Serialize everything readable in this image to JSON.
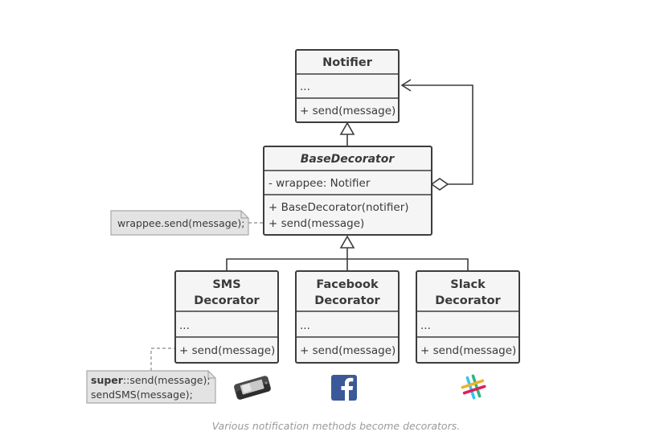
{
  "notifier": {
    "title": "Notifier",
    "fields": "...",
    "method": "+ send(message)"
  },
  "base_decorator": {
    "title": "BaseDecorator",
    "field": "- wrappee: Notifier",
    "method1": "+ BaseDecorator(notifier)",
    "method2": "+ send(message)"
  },
  "note_wrappee": "wrappee.send(message);",
  "sms": {
    "title_line1": "SMS",
    "title_line2": "Decorator",
    "fields": "...",
    "method": "+ send(message)"
  },
  "facebook": {
    "title_line1": "Facebook",
    "title_line2": "Decorator",
    "fields": "...",
    "method": "+ send(message)"
  },
  "slack": {
    "title_line1": "Slack",
    "title_line2": "Decorator",
    "fields": "...",
    "method": "+ send(message)"
  },
  "note_sms": {
    "line1_bold": "super",
    "line1_rest": "::send(message);",
    "line2": "sendSMS(message);"
  },
  "icons": [
    "phone-icon",
    "facebook-icon",
    "slack-icon"
  ],
  "colors": {
    "facebook": "#3b5998",
    "slack_blue": "#36c5f0",
    "slack_green": "#2eb67d",
    "slack_red": "#e01e5a",
    "slack_yellow": "#ecb22e"
  },
  "caption": "Various notification methods become decorators."
}
